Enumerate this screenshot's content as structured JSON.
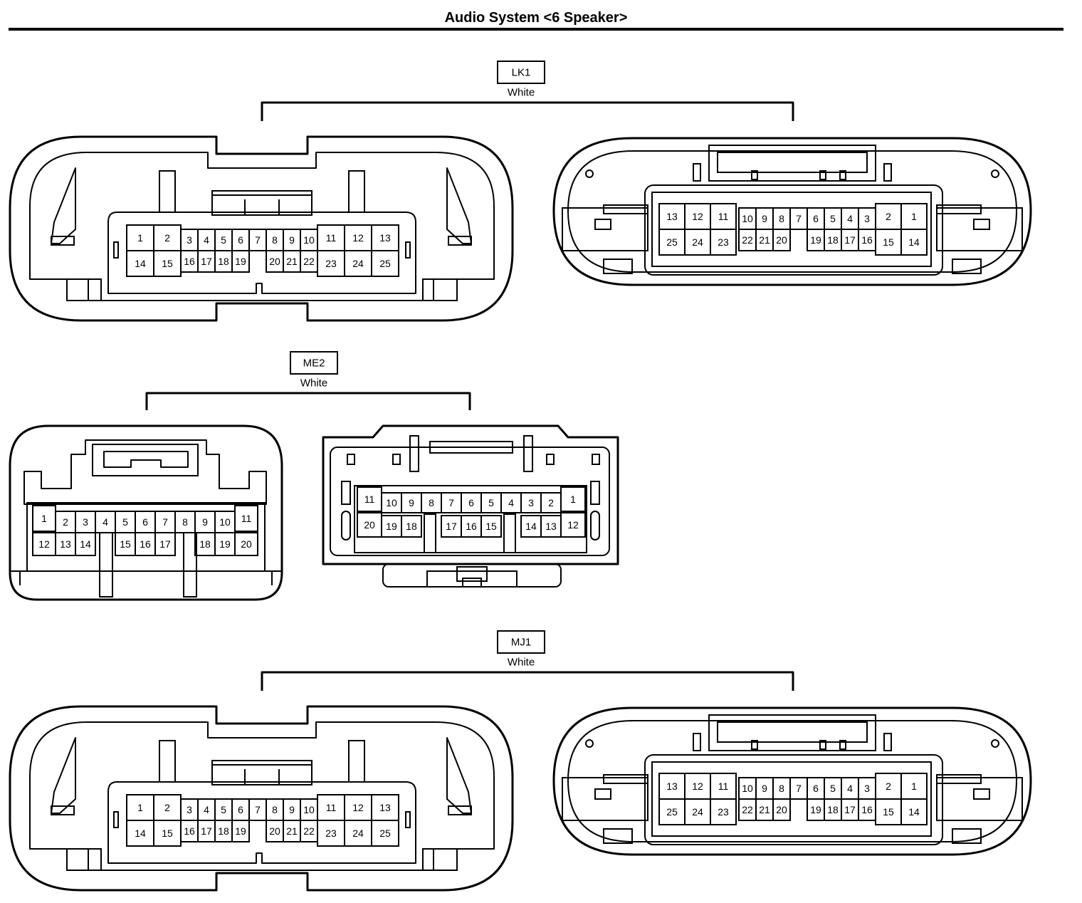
{
  "title": "Audio System <6 Speaker>",
  "colors": {
    "ink": "#000000",
    "paper": "#ffffff"
  },
  "connectors": [
    {
      "code": "LK1",
      "color": "White"
    },
    {
      "code": "ME2",
      "color": "White"
    },
    {
      "code": "MJ1",
      "color": "White"
    }
  ],
  "pins": {
    "big_female": {
      "row1": [
        "1",
        "2",
        "3",
        "4",
        "5",
        "6",
        "7",
        "8",
        "9",
        "10",
        "11",
        "12",
        "13"
      ],
      "row2": [
        "14",
        "15",
        "16",
        "17",
        "18",
        "19",
        "20",
        "21",
        "22",
        "23",
        "24",
        "25"
      ]
    },
    "big_male": {
      "row1": [
        "13",
        "12",
        "11",
        "10",
        "9",
        "8",
        "7",
        "6",
        "5",
        "4",
        "3",
        "2",
        "1"
      ],
      "row2": [
        "25",
        "24",
        "23",
        "22",
        "21",
        "20",
        "19",
        "18",
        "17",
        "16",
        "15",
        "14"
      ]
    },
    "small_female": {
      "row1": [
        "1",
        "2",
        "3",
        "4",
        "5",
        "6",
        "7",
        "8",
        "9",
        "10",
        "11"
      ],
      "row2": [
        "12",
        "13",
        "14",
        "15",
        "16",
        "17",
        "18",
        "19",
        "20"
      ]
    },
    "small_male": {
      "row1": [
        "11",
        "10",
        "9",
        "8",
        "7",
        "6",
        "5",
        "4",
        "3",
        "2",
        "1"
      ],
      "row2": [
        "20",
        "19",
        "18",
        "17",
        "16",
        "15",
        "14",
        "13",
        "12"
      ]
    }
  }
}
